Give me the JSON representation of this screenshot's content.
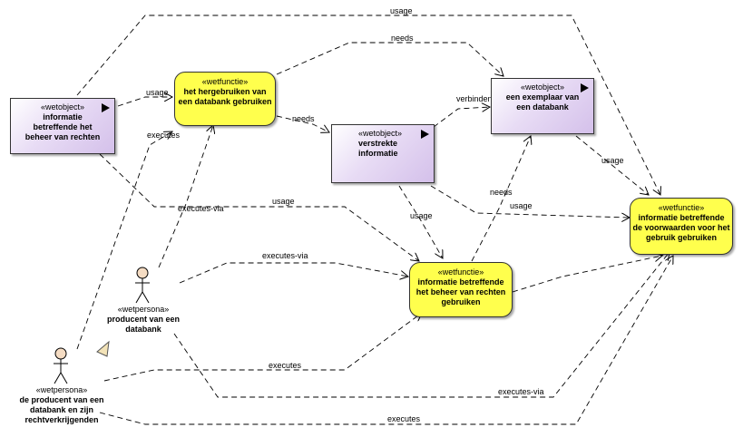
{
  "objects": [
    {
      "stereotype": "«wetobject»",
      "name": "informatie betreffende het beheer van rechten"
    },
    {
      "stereotype": "«wetobject»",
      "name": "verstrekte informatie"
    },
    {
      "stereotype": "«wetobject»",
      "name": "een exemplaar van een databank"
    }
  ],
  "functions": [
    {
      "stereotype": "«wetfunctie»",
      "name": "het hergebruiken van een databank gebruiken"
    },
    {
      "stereotype": "«wetfunctie»",
      "name": "informatie betreffende het beheer van rechten gebruiken"
    },
    {
      "stereotype": "«wetfunctie»",
      "name": "informatie betreffende de voorwaarden voor het gebruik gebruiken"
    }
  ],
  "personas": [
    {
      "stereotype": "«wetpersona»",
      "name": "producent van een databank"
    },
    {
      "stereotype": "«wetpersona»",
      "name": "de producent van een databank en zijn rechtverkrijgenden"
    }
  ],
  "connectors": {
    "usage": "usage",
    "needs": "needs",
    "executes": "executes",
    "executes_via": "executes-via",
    "verbinden": "verbinden"
  }
}
